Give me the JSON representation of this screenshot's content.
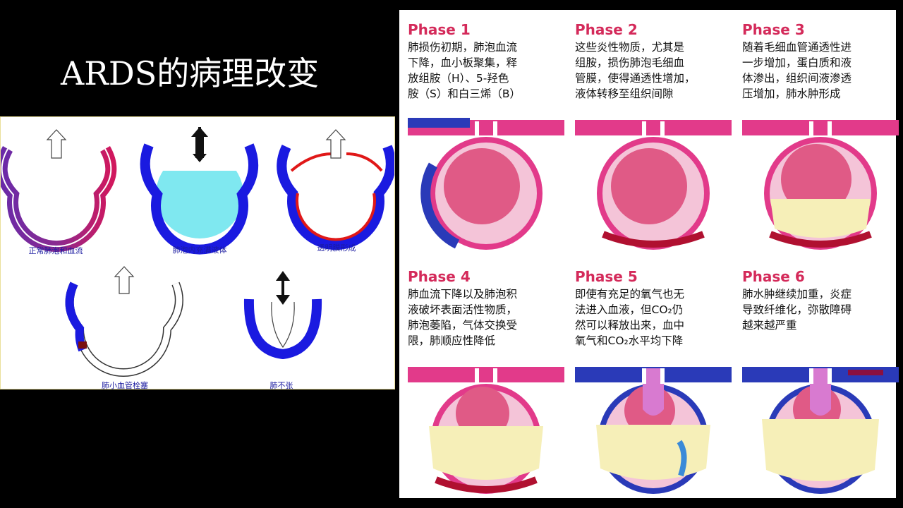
{
  "slide": {
    "title": "ARDS的病理改变"
  },
  "left_diagrams": {
    "captions": [
      "正常肺泡和血流",
      "肺泡内充满液体",
      "透明膜形成",
      "肺小血管栓塞",
      "肺不张"
    ],
    "colors": {
      "blue": "#1a1ae0",
      "fluid": "#7fe8f0",
      "membrane": "#e01818",
      "purple": "#6a2aa8",
      "crimson": "#c8186a"
    }
  },
  "phases": [
    {
      "title": "Phase 1",
      "text": "肺损伤初期，肺泡血流\n下降，血小板聚集，释\n放组胺（H）、5-羟色\n胺（S）和白三烯（B）"
    },
    {
      "title": "Phase 2",
      "text": "这些炎性物质，尤其是\n组胺，损伤肺泡毛细血\n管膜，使得通透性增加，\n液体转移至组织间隙"
    },
    {
      "title": "Phase 3",
      "text": "随着毛细血管通透性进\n一步增加，蛋白质和液\n体渗出，组织间液渗透\n压增加，肺水肿形成"
    },
    {
      "title": "Phase 4",
      "text": "肺血流下降以及肺泡积\n液破坏表面活性物质，\n肺泡萎陷，气体交换受\n限，肺顺应性降低"
    },
    {
      "title": "Phase 5",
      "text": "即使有充足的氧气也无\n法进入血液，但CO₂仍\n然可以释放出来，血中\n氧气和CO₂水平均下降"
    },
    {
      "title": "Phase 6",
      "text": "肺水肿继续加重，炎症\n导致纤维化，弥散障碍\n越来越严重"
    }
  ],
  "colors": {
    "phase_title": "#d42a5a",
    "vessel_pink": "#e23a8a",
    "vessel_blue": "#2a3ab8",
    "fluid_yellow": "#f6efb8",
    "lumen": "#e05a86"
  }
}
